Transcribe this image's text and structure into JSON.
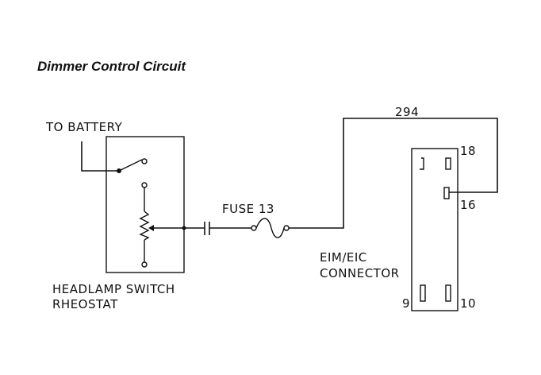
{
  "title": "Dimmer Control Circuit",
  "labels": {
    "to_battery": "TO BATTERY",
    "fuse": "FUSE 13",
    "wire_number": "294",
    "headlamp_switch_line1": "HEADLAMP SWITCH",
    "headlamp_switch_line2": "RHEOSTAT",
    "connector_line1": "EIM/EIC",
    "connector_line2": "CONNECTOR",
    "pin_18": "18",
    "pin_16": "16",
    "pin_9": "9",
    "pin_10": "10"
  },
  "colors": {
    "ink": "#111111",
    "background": "#ffffff"
  }
}
